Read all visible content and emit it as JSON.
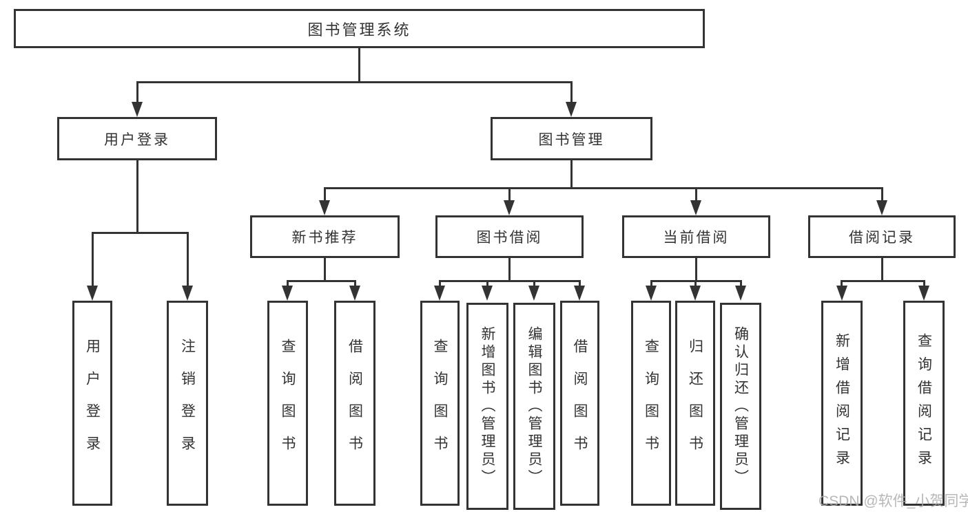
{
  "diagram": {
    "root": {
      "label": "图书管理系统"
    },
    "level2": [
      {
        "label": "用户登录",
        "children": [
          {
            "label": "用户登录"
          },
          {
            "label": "注销登录"
          }
        ]
      },
      {
        "label": "图书管理",
        "children": [
          {
            "label": "新书推荐",
            "children": [
              {
                "label": "查询图书"
              },
              {
                "label": "借阅图书"
              }
            ]
          },
          {
            "label": "图书借阅",
            "children": [
              {
                "label": "查询图书"
              },
              {
                "label": "新增图书（管理员）"
              },
              {
                "label": "编辑图书（管理员）"
              },
              {
                "label": "借阅图书"
              }
            ]
          },
          {
            "label": "当前借阅",
            "children": [
              {
                "label": "查询图书"
              },
              {
                "label": "归还图书"
              },
              {
                "label": "确认归还（管理员）"
              }
            ]
          },
          {
            "label": "借阅记录",
            "children": [
              {
                "label": "新增借阅记录"
              },
              {
                "label": "查询借阅记录"
              }
            ]
          }
        ]
      }
    ]
  },
  "watermark": {
    "text": "CSDN @软件_小贺同学"
  },
  "colors": {
    "line": "#333333",
    "text": "#333333",
    "background": "#ffffff",
    "watermark": "#ababab"
  }
}
